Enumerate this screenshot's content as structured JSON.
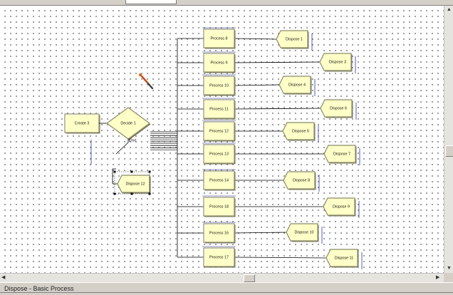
{
  "toolbar": {
    "zoom_value": ""
  },
  "flowchart": {
    "create": "Create 3",
    "decide": "Decide 1",
    "else_label": "Else",
    "dispose_else": "Dispose 12",
    "processes": [
      "Process 8",
      "Process 9",
      "Process 10",
      "Process 11",
      "Process 12",
      "Process 13",
      "Process 14",
      "Process 18",
      "Process 16",
      "Process 17"
    ],
    "disposes": [
      "Dispose 1",
      "Dispose 3",
      "Dispose 4",
      "Dispose 6",
      "Dispose 5",
      "Dispose 7",
      "Dispose 8",
      "Dispose 9",
      "Dispose 10",
      "Dispose 11"
    ]
  },
  "colors": {
    "module_fill": "#ffffc8",
    "module_border": "#8a8a6a",
    "connector": "#000000",
    "selection": "#000000"
  },
  "status": {
    "text": "Dispose - Basic Process"
  }
}
